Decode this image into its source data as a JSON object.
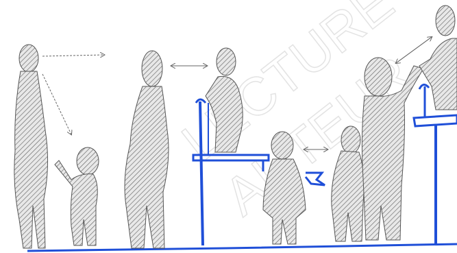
{
  "illustration": {
    "style": "pencil hatching sketch with blue ink furniture",
    "ink_color": "#1f4fd8",
    "pencil_color": "#555555",
    "paper_color": "#ffffff"
  },
  "watermark": {
    "lines": [
      "LECTURE DE L",
      "AUTEUR"
    ],
    "color": "#e9e9e9"
  }
}
